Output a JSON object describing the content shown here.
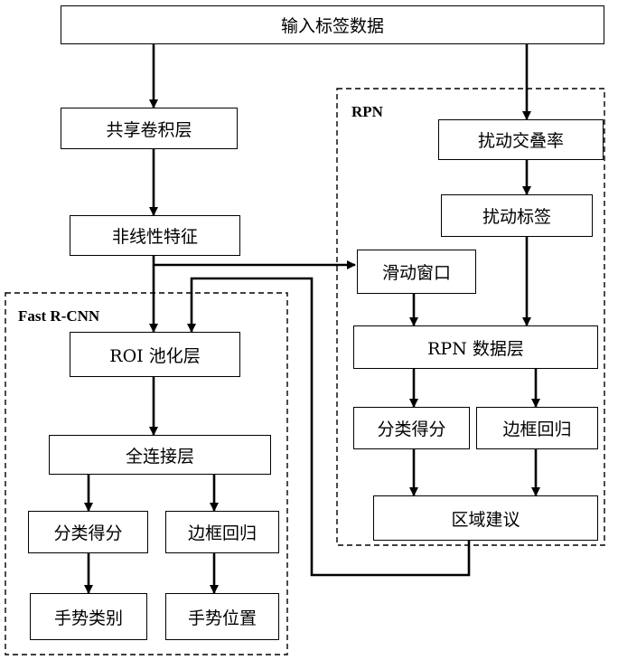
{
  "input": "输入标签数据",
  "main": {
    "shared_conv": "共享卷积层",
    "nonlinear": "非线性特征"
  },
  "rpn": {
    "label": "RPN",
    "perturb_iou": "扰动交叠率",
    "perturb_label": "扰动标签",
    "sliding_window": "滑动窗口",
    "data_layer": "RPN 数据层",
    "cls_score": "分类得分",
    "bbox_reg": "边框回归",
    "proposal": "区域建议"
  },
  "fast_rcnn": {
    "label": "Fast R-CNN",
    "roi_pool": "ROI 池化层",
    "fc": "全连接层",
    "cls_score": "分类得分",
    "bbox_reg": "边框回归",
    "gesture_class": "手势类别",
    "gesture_pos": "手势位置"
  }
}
